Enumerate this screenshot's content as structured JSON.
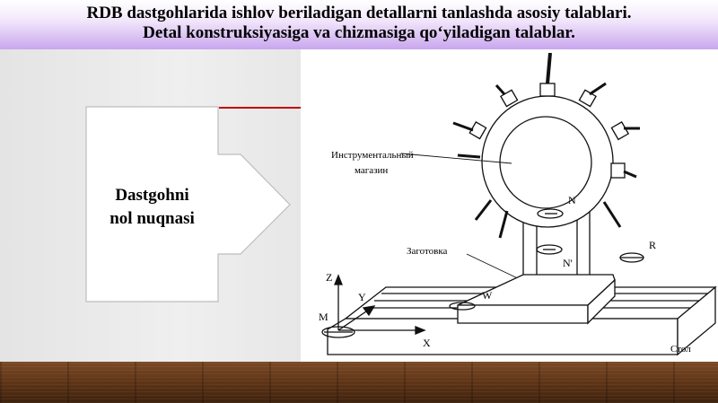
{
  "title": {
    "line1": "RDB dastgohlarida ishlov beriladigan detallarni  tanlashda asosiy talablari.",
    "line2": "Detal konstruksiyasiga va chizmasiga qo‘yiladigan talablar."
  },
  "arrow": {
    "line1": "Dastgohni",
    "line2": "nol nuqnasi"
  },
  "diagram": {
    "tool_magazine_line1": "Инструментальный",
    "tool_magazine_line2": "магазин",
    "workpiece": "Заготовка",
    "table": "Стол",
    "point_N": "N",
    "point_N_prime": "N'",
    "point_R": "R",
    "point_W": "W",
    "point_M": "M",
    "axis_Z": "Z",
    "axis_Y": "Y",
    "axis_X": "X"
  }
}
